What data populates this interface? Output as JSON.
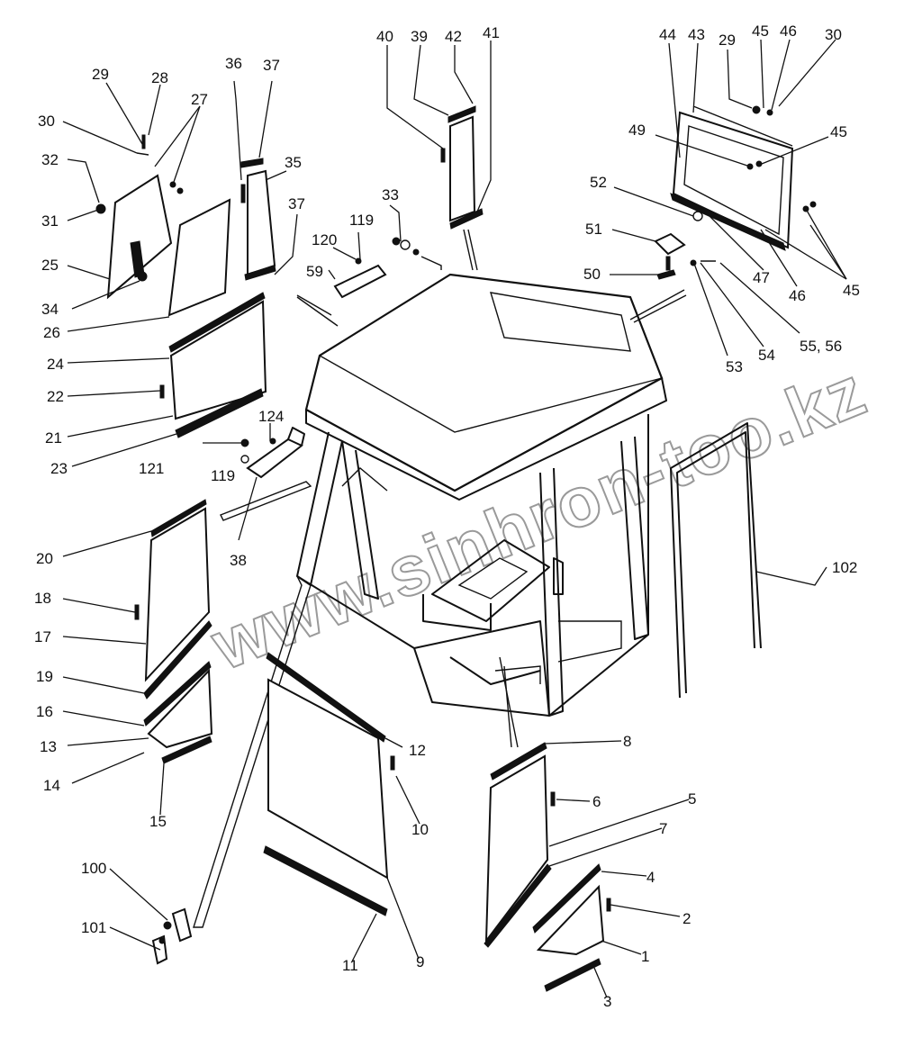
{
  "watermark": "www.sinhron-too.kz",
  "callouts": [
    "1",
    "2",
    "3",
    "4",
    "5",
    "6",
    "7",
    "8",
    "9",
    "10",
    "11",
    "12",
    "13",
    "14",
    "15",
    "16",
    "17",
    "18",
    "19",
    "20",
    "21",
    "22",
    "23",
    "24",
    "25",
    "26",
    "27",
    "28",
    "29",
    "29",
    "30",
    "30",
    "31",
    "32",
    "33",
    "34",
    "35",
    "36",
    "37",
    "37",
    "38",
    "39",
    "40",
    "41",
    "42",
    "43",
    "44",
    "45",
    "45",
    "45",
    "46",
    "46",
    "47",
    "49",
    "50",
    "51",
    "52",
    "53",
    "54",
    "55, 56",
    "59",
    "100",
    "101",
    "102",
    "119",
    "119",
    "120",
    "121",
    "124"
  ]
}
